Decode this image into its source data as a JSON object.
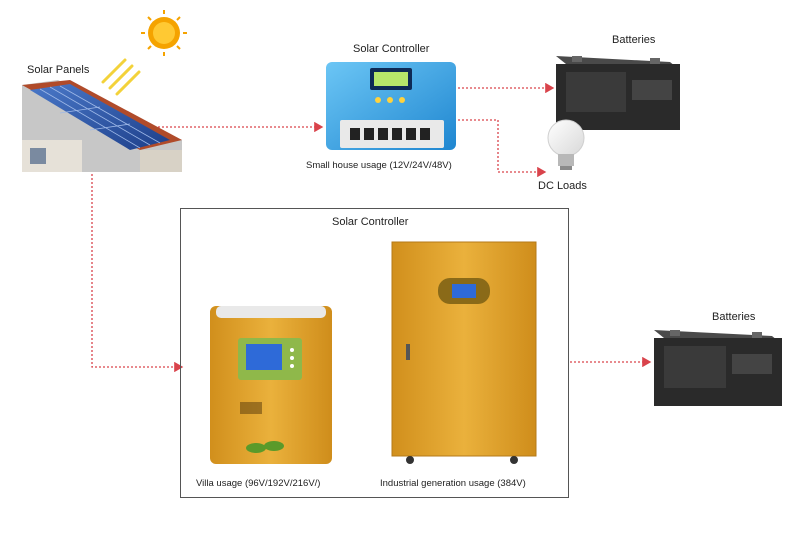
{
  "labels": {
    "solar_panels": "Solar Panels",
    "controller_top": "Solar Controller",
    "batteries_top": "Batteries",
    "small_house": "Small house usage  (12V/24V/48V)",
    "dc_loads": "DC Loads",
    "controller_box": "Solar Controller",
    "batteries_right": "Batteries",
    "villa": "Villa usage  (96V/192V/216V/)",
    "industrial": "Industrial generation usage  (384V)"
  },
  "colors": {
    "connector": "#d9434b",
    "controller_blue": "#2f9be0",
    "cabinet_orange": "#e0a12a",
    "battery_dark": "#2a2a2a",
    "sun": "#f5a300"
  }
}
